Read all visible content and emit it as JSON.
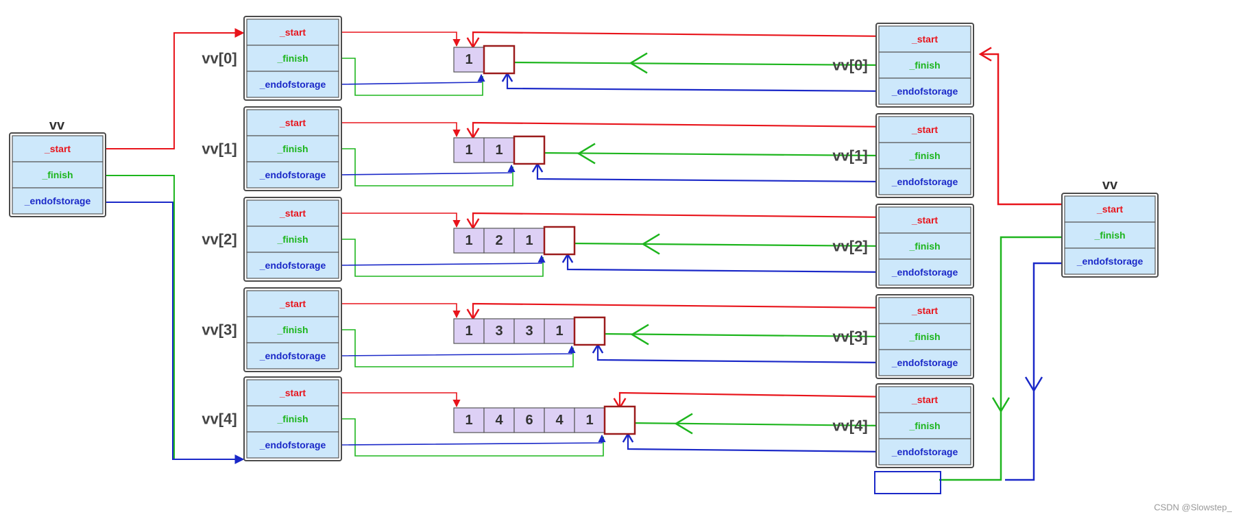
{
  "colors": {
    "start": "#e8141b",
    "finish": "#1db51d",
    "endofstorage": "#1a28c8",
    "field_fill": "#cde8fb",
    "cell_fill": "#ddd0f5",
    "tail_box": "#9b1b1b",
    "frame": "#4a4a4a"
  },
  "fields": {
    "start": "_start",
    "finish": "_finish",
    "endofstorage": "_endofstorage"
  },
  "outer": {
    "left_title": "vv",
    "right_title": "vv"
  },
  "rows": [
    {
      "label": "vv[0]",
      "right_label": "vv[0]",
      "values": [
        "1"
      ]
    },
    {
      "label": "vv[1]",
      "right_label": "vv[1]",
      "values": [
        "1",
        "1"
      ]
    },
    {
      "label": "vv[2]",
      "right_label": "vv[2]",
      "values": [
        "1",
        "2",
        "1"
      ]
    },
    {
      "label": "vv[3]",
      "right_label": "vv[3]",
      "values": [
        "1",
        "3",
        "3",
        "1"
      ]
    },
    {
      "label": "vv[4]",
      "right_label": "vv[4]",
      "values": [
        "1",
        "4",
        "6",
        "4",
        "1"
      ]
    }
  ],
  "watermark": "CSDN @Slowstep_"
}
